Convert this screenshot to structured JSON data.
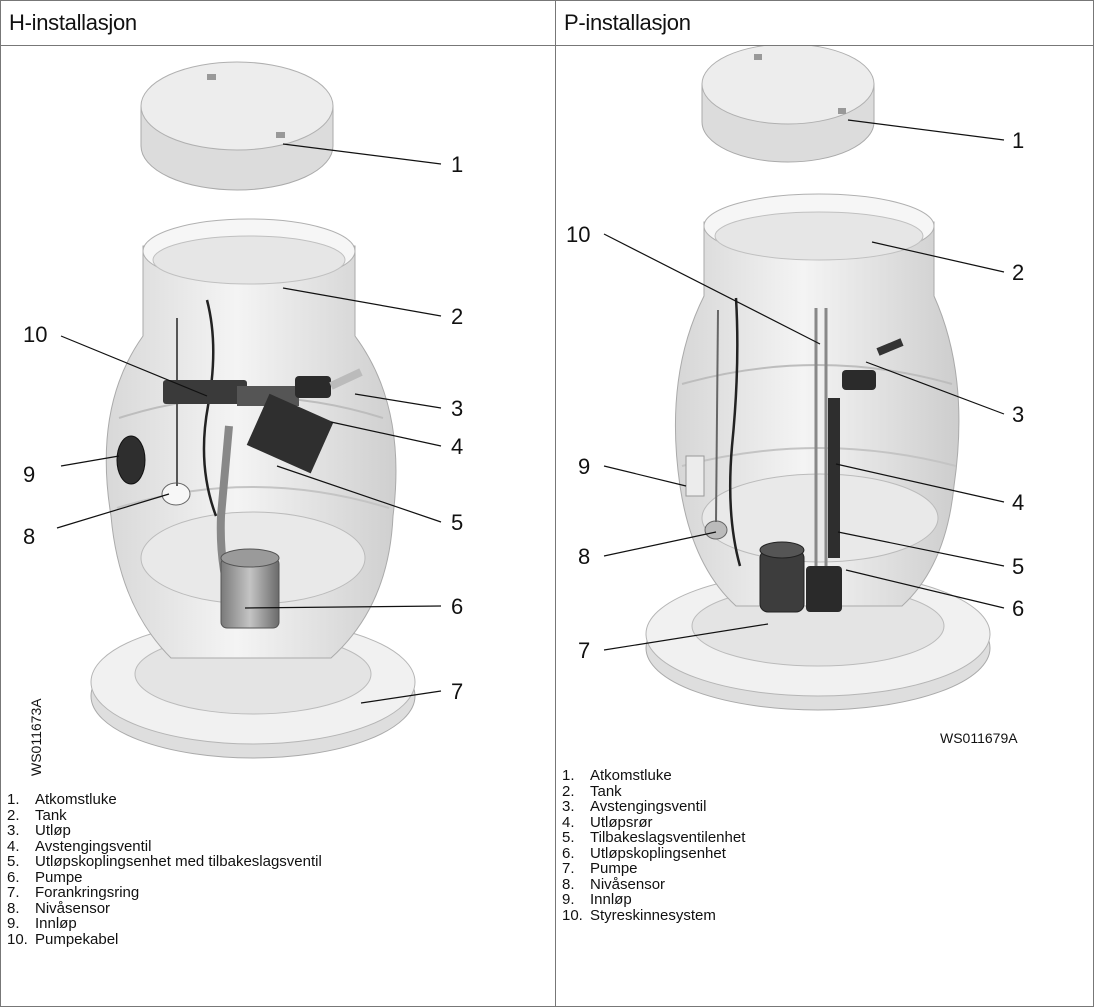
{
  "left": {
    "header": "H-installasjon",
    "figure_code": "WS011673A",
    "callouts": [
      "1",
      "2",
      "3",
      "4",
      "5",
      "6",
      "7",
      "8",
      "9",
      "10"
    ],
    "legend": [
      {
        "num": "1.",
        "label": "Atkomstluke"
      },
      {
        "num": "2.",
        "label": "Tank"
      },
      {
        "num": "3.",
        "label": "Utløp"
      },
      {
        "num": "4.",
        "label": "Avstengingsventil"
      },
      {
        "num": "5.",
        "label": "Utløpskoplingsenhet med tilbakeslagsventil"
      },
      {
        "num": "6.",
        "label": "Pumpe"
      },
      {
        "num": "7.",
        "label": "Forankringsring"
      },
      {
        "num": "8.",
        "label": "Nivåsensor"
      },
      {
        "num": "9.",
        "label": "Innløp"
      },
      {
        "num": "10.",
        "label": "Pumpekabel"
      }
    ]
  },
  "right": {
    "header": "P-installasjon",
    "figure_code": "WS011679A",
    "callouts": [
      "1",
      "2",
      "3",
      "4",
      "5",
      "6",
      "7",
      "8",
      "9",
      "10"
    ],
    "legend": [
      {
        "num": "1.",
        "label": "Atkomstluke"
      },
      {
        "num": "2.",
        "label": "Tank"
      },
      {
        "num": "3.",
        "label": "Avstengingsventil"
      },
      {
        "num": "4.",
        "label": "Utløpsrør"
      },
      {
        "num": "5.",
        "label": "Tilbakeslagsventilenhet"
      },
      {
        "num": "6.",
        "label": "Utløpskoplingsenhet"
      },
      {
        "num": "7.",
        "label": "Pumpe"
      },
      {
        "num": "8.",
        "label": "Nivåsensor"
      },
      {
        "num": "9.",
        "label": "Innløp"
      },
      {
        "num": "10.",
        "label": "Styreskinnesystem"
      }
    ]
  }
}
